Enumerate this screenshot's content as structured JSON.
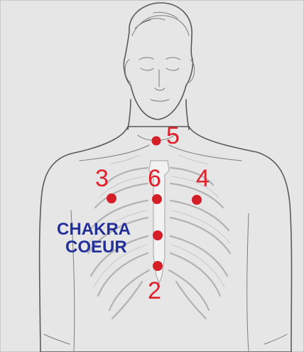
{
  "title": "",
  "central_label": {
    "line1": "CHAKRA",
    "line2": "COEUR"
  },
  "points": [
    {
      "id": "point-5",
      "label": "5",
      "show_label": true
    },
    {
      "id": "point-3",
      "label": "3",
      "show_label": true
    },
    {
      "id": "point-6",
      "label": "6",
      "show_label": true
    },
    {
      "id": "point-4",
      "label": "4",
      "show_label": true
    },
    {
      "id": "point-heart",
      "label": "",
      "show_label": false
    },
    {
      "id": "point-2",
      "label": "2",
      "show_label": true
    }
  ],
  "colors": {
    "background": "#e6e6e6",
    "figure": "#ffffff",
    "point": "#d41f28",
    "point_label": "#e0202a",
    "chakra_label": "#24309a"
  }
}
